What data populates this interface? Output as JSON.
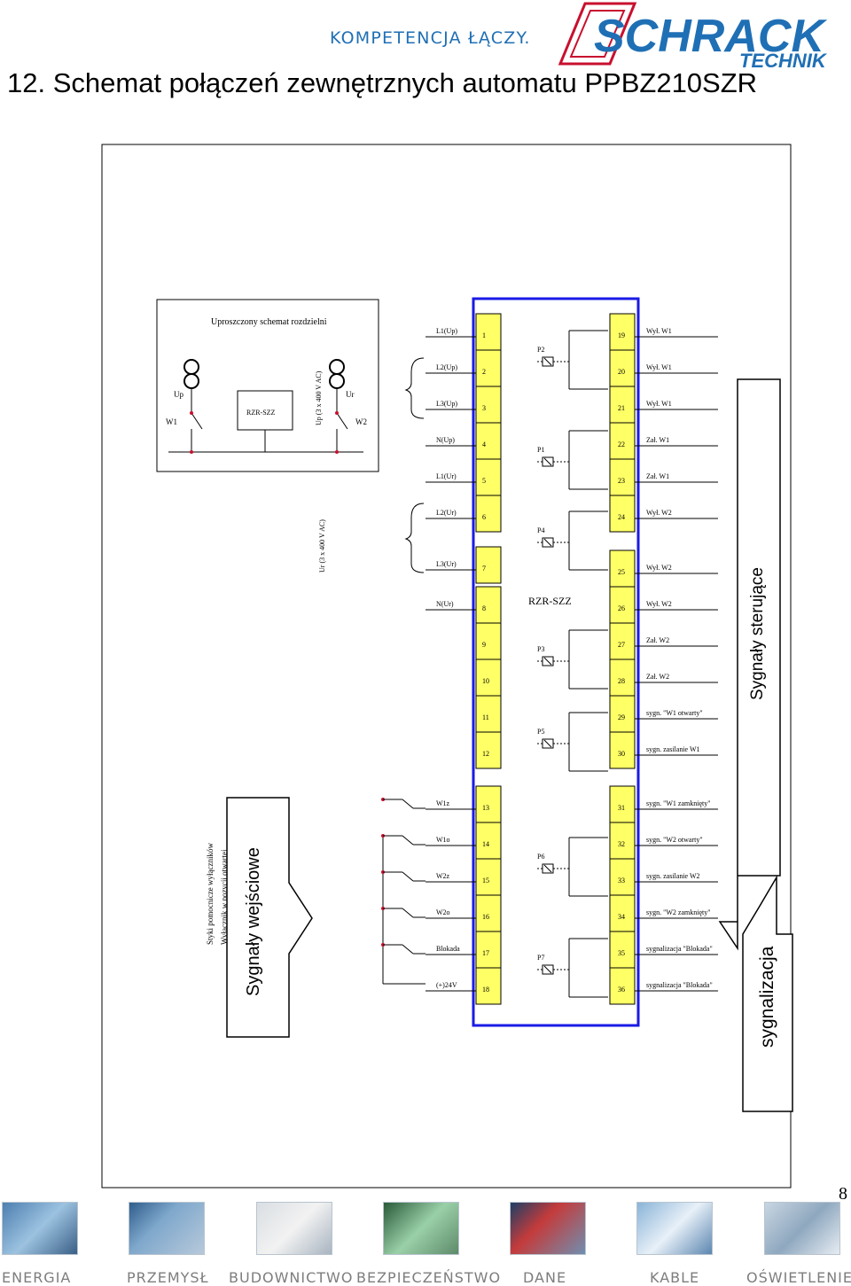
{
  "header": {
    "tagline": "KOMPETENCJA ŁĄCZY.",
    "logo_name": "SCHRACK",
    "logo_sub": "TECHNIK",
    "title": "12.   Schemat połączeń zewnętrznych automatu PPBZ210SZR"
  },
  "colors": {
    "accent": "#1f6fb5",
    "logo_red": "#c8102e",
    "terminal_fill": "#ffff66",
    "frame_blue": "#1a1ae6"
  },
  "diagram": {
    "inset": {
      "title": "Uproszczony schemat rozdzielni",
      "up": "Up",
      "ur": "Ur",
      "w1": "W1",
      "w2": "W2",
      "rzr": "RZR-SZZ",
      "up_voltage": "Up (3 x 400 V AC)"
    },
    "ur_voltage": "Ur (3 x 400 V AC)",
    "device_label": "RZR-SZZ",
    "left_terminals": [
      {
        "num": "1",
        "label": "L1(Up)"
      },
      {
        "num": "2",
        "label": "L2(Up)"
      },
      {
        "num": "3",
        "label": "L3(Up)"
      },
      {
        "num": "4",
        "label": "N(Up)"
      },
      {
        "num": "5",
        "label": "L1(Ur)"
      },
      {
        "num": "6",
        "label": "L2(Ur)"
      },
      {
        "num": "7",
        "label": "L3(Ur)"
      },
      {
        "num": "8",
        "label": "N(Ur)"
      },
      {
        "num": "9",
        "label": ""
      },
      {
        "num": "10",
        "label": ""
      },
      {
        "num": "11",
        "label": ""
      },
      {
        "num": "12",
        "label": ""
      },
      {
        "num": "13",
        "label": "W1z"
      },
      {
        "num": "14",
        "label": "W1o"
      },
      {
        "num": "15",
        "label": "W2z"
      },
      {
        "num": "16",
        "label": "W2o"
      },
      {
        "num": "17",
        "label": "Blokada"
      },
      {
        "num": "18",
        "label": "(+)24V"
      }
    ],
    "right_terminals": [
      {
        "num": "19",
        "label": "Wył. W1"
      },
      {
        "num": "20",
        "label": "Wył. W1"
      },
      {
        "num": "21",
        "label": "Wył. W1"
      },
      {
        "num": "22",
        "label": "Zał. W1"
      },
      {
        "num": "23",
        "label": "Zał. W1"
      },
      {
        "num": "24",
        "label": "Wył. W2"
      },
      {
        "num": "25",
        "label": "Wył. W2"
      },
      {
        "num": "26",
        "label": "Wył. W2"
      },
      {
        "num": "27",
        "label": "Zał. W2"
      },
      {
        "num": "28",
        "label": "Zał. W2"
      },
      {
        "num": "29",
        "label": "sygn. \"W1 otwarty\""
      },
      {
        "num": "30",
        "label": "sygn. zasilanie W1"
      },
      {
        "num": "31",
        "label": "sygn. \"W1 zamknięty\""
      },
      {
        "num": "32",
        "label": "sygn. \"W2 otwarty\""
      },
      {
        "num": "33",
        "label": "sygn. zasilanie W2"
      },
      {
        "num": "34",
        "label": "sygn. \"W2 zamknięty\""
      },
      {
        "num": "35",
        "label": "sygnalizacja \"Blokada\""
      },
      {
        "num": "36",
        "label": "sygnalizacja \"Blokada\""
      }
    ],
    "relays": [
      "P2",
      "P1",
      "P4",
      "P3",
      "P5",
      "P6",
      "P7"
    ],
    "side_text_1": "Styki pomocnicze wyłączników",
    "side_text_2": "Wyłącznik w pozycji otwartej",
    "arrow_input": "Sygnały wejściowe",
    "arrow_control": "Sygnały sterujące",
    "arrow_signal": "sygnalizacja"
  },
  "page_number": "8",
  "footer": {
    "items": [
      "ENERGIA",
      "PRZEMYSŁ",
      "BUDOWNICTWO",
      "BEZPIECZEŃSTWO",
      "DANE",
      "KABLE",
      "OŚWIETLENIE"
    ]
  }
}
